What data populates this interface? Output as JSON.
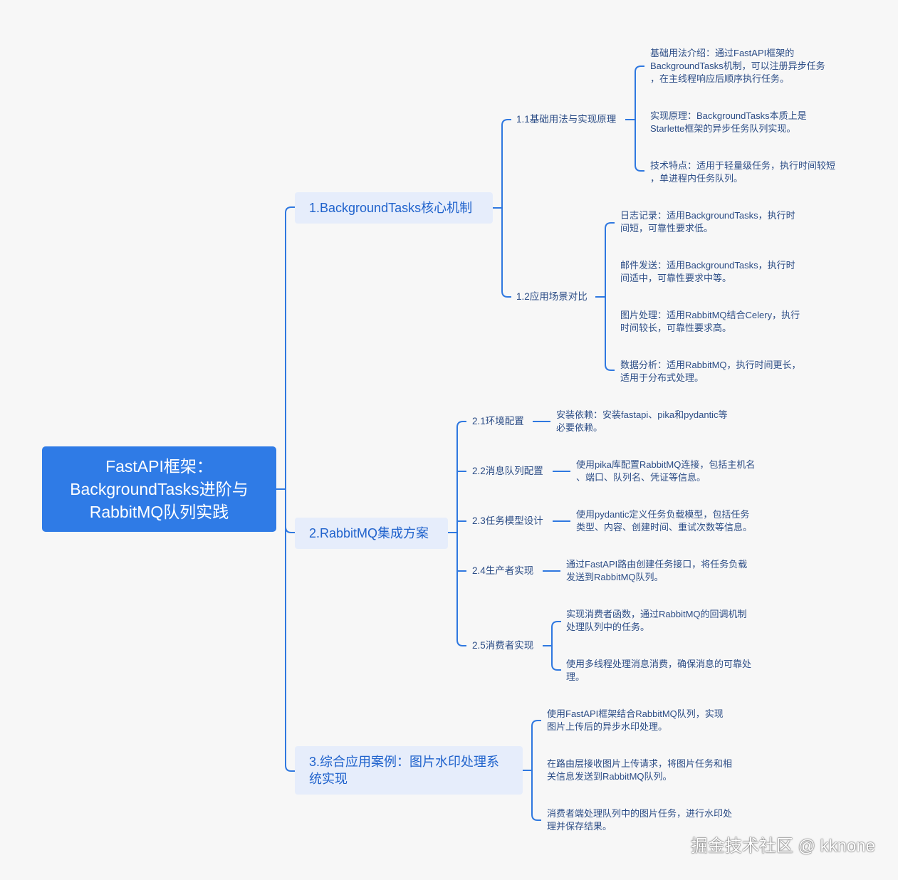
{
  "root": {
    "lines": [
      "FastAPI框架：",
      "BackgroundTasks进阶与",
      "RabbitMQ队列实践"
    ]
  },
  "branches": [
    {
      "label": "1.BackgroundTasks核心机制",
      "children": [
        {
          "label": "1.1基础用法与实现原理",
          "leaves": [
            [
              "基础用法介绍：通过FastAPI框架的",
              "BackgroundTasks机制，可以注册异步任务",
              "，在主线程响应后顺序执行任务。"
            ],
            [
              "实现原理：BackgroundTasks本质上是",
              "Starlette框架的异步任务队列实现。"
            ],
            [
              "技术特点：适用于轻量级任务，执行时间较短",
              "，单进程内任务队列。"
            ]
          ]
        },
        {
          "label": "1.2应用场景对比",
          "leaves": [
            [
              "日志记录：适用BackgroundTasks，执行时",
              "间短，可靠性要求低。"
            ],
            [
              "邮件发送：适用BackgroundTasks，执行时",
              "间适中，可靠性要求中等。"
            ],
            [
              "图片处理：适用RabbitMQ结合Celery，执行",
              "时间较长，可靠性要求高。"
            ],
            [
              "数据分析：适用RabbitMQ，执行时间更长，",
              "适用于分布式处理。"
            ]
          ]
        }
      ]
    },
    {
      "label": "2.RabbitMQ集成方案",
      "children": [
        {
          "label": "2.1环境配置",
          "leaves": [
            [
              "安装依赖：安装fastapi、pika和pydantic等",
              "必要依赖。"
            ]
          ]
        },
        {
          "label": "2.2消息队列配置",
          "leaves": [
            [
              "使用pika库配置RabbitMQ连接，包括主机名",
              "、端口、队列名、凭证等信息。"
            ]
          ]
        },
        {
          "label": "2.3任务模型设计",
          "leaves": [
            [
              "使用pydantic定义任务负载模型，包括任务",
              "类型、内容、创建时间、重试次数等信息。"
            ]
          ]
        },
        {
          "label": "2.4生产者实现",
          "leaves": [
            [
              "通过FastAPI路由创建任务接口，将任务负载",
              "发送到RabbitMQ队列。"
            ]
          ]
        },
        {
          "label": "2.5消费者实现",
          "leaves": [
            [
              "实现消费者函数，通过RabbitMQ的回调机制",
              "处理队列中的任务。"
            ],
            [
              "使用多线程处理消息消费，确保消息的可靠处",
              "理。"
            ]
          ]
        }
      ]
    },
    {
      "label_lines": [
        "3.综合应用案例：图片水印处理系",
        "统实现"
      ],
      "leaves": [
        [
          "使用FastAPI框架结合RabbitMQ队列，实现",
          "图片上传后的异步水印处理。"
        ],
        [
          "在路由层接收图片上传请求，将图片任务和相",
          "关信息发送到RabbitMQ队列。"
        ],
        [
          "消费者端处理队列中的图片任务，进行水印处",
          "理并保存结果。"
        ]
      ]
    }
  ],
  "watermark": "掘金技术社区 @ kknone",
  "colors": {
    "root_bg": "#2f7be6",
    "branch_bg": "#e6edfb",
    "line": "#2f78e0",
    "text": "#2c4d86"
  }
}
